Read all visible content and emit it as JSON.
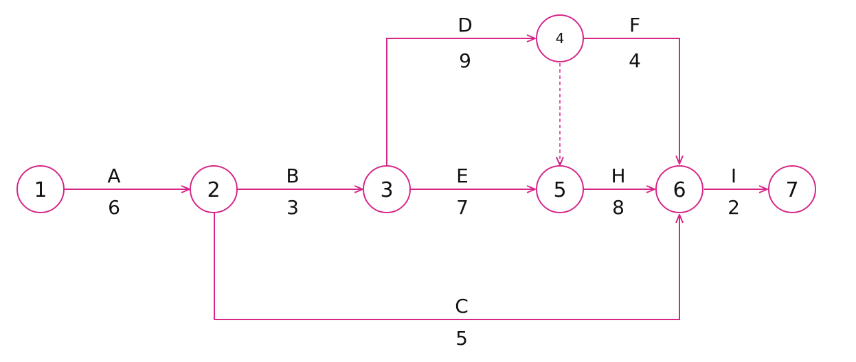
{
  "colors": {
    "accent": "#d6268a",
    "text": "#111111",
    "background": "#ffffff"
  },
  "nodes": [
    {
      "id": "1",
      "label": "1"
    },
    {
      "id": "2",
      "label": "2"
    },
    {
      "id": "3",
      "label": "3"
    },
    {
      "id": "4",
      "label": "4"
    },
    {
      "id": "5",
      "label": "5"
    },
    {
      "id": "6",
      "label": "6"
    },
    {
      "id": "7",
      "label": "7"
    }
  ],
  "activities": [
    {
      "from": "1",
      "to": "2",
      "name": "A",
      "duration": "6"
    },
    {
      "from": "2",
      "to": "3",
      "name": "B",
      "duration": "3"
    },
    {
      "from": "2",
      "to": "6",
      "name": "C",
      "duration": "5"
    },
    {
      "from": "3",
      "to": "4",
      "name": "D",
      "duration": "9"
    },
    {
      "from": "3",
      "to": "5",
      "name": "E",
      "duration": "7"
    },
    {
      "from": "4",
      "to": "6",
      "name": "F",
      "duration": "4"
    },
    {
      "from": "5",
      "to": "6",
      "name": "H",
      "duration": "8"
    },
    {
      "from": "6",
      "to": "7",
      "name": "I",
      "duration": "2"
    }
  ],
  "dummy_activities": [
    {
      "from": "4",
      "to": "5"
    }
  ]
}
